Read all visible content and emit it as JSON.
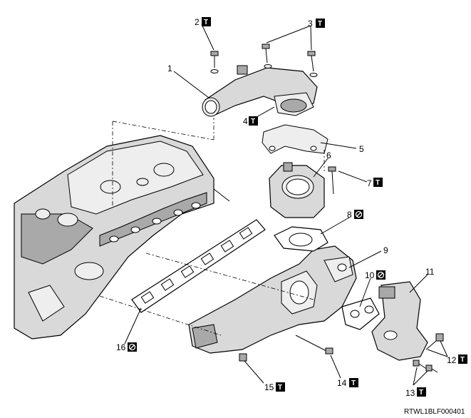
{
  "callouts": [
    {
      "number": "1",
      "symbol": "none"
    },
    {
      "number": "2",
      "symbol": "tighten"
    },
    {
      "number": "3",
      "symbol": "tighten"
    },
    {
      "number": "4",
      "symbol": "tighten"
    },
    {
      "number": "5",
      "symbol": "none"
    },
    {
      "number": "6",
      "symbol": "none"
    },
    {
      "number": "7",
      "symbol": "tighten"
    },
    {
      "number": "8",
      "symbol": "do-not-reuse"
    },
    {
      "number": "9",
      "symbol": "none"
    },
    {
      "number": "10",
      "symbol": "do-not-reuse"
    },
    {
      "number": "11",
      "symbol": "none"
    },
    {
      "number": "12",
      "symbol": "tighten"
    },
    {
      "number": "13",
      "symbol": "tighten"
    },
    {
      "number": "14",
      "symbol": "tighten"
    },
    {
      "number": "15",
      "symbol": "tighten"
    },
    {
      "number": "16",
      "symbol": "do-not-reuse"
    }
  ],
  "figure_code": "RTWL1BLF000401",
  "colors": {
    "line": "#000000",
    "part_fill": "#d9d9d9",
    "background": "#ffffff"
  }
}
